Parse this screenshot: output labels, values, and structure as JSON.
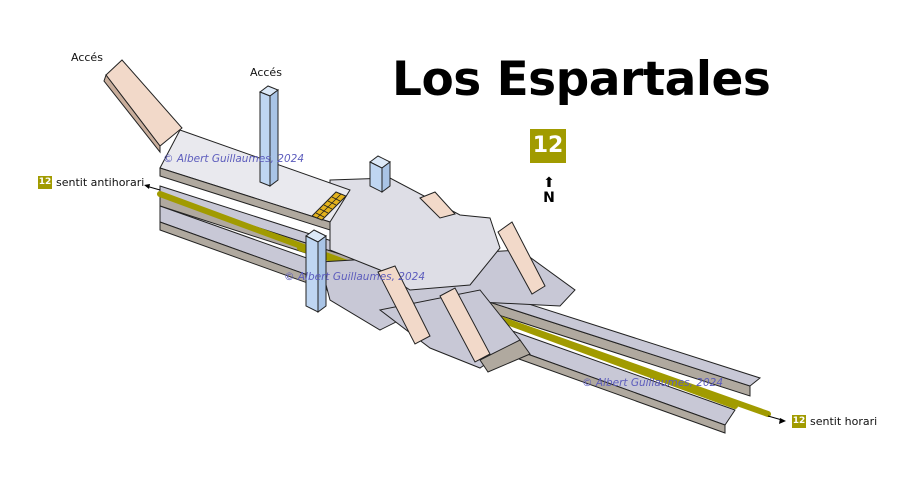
{
  "station": {
    "name": "Los Espartales",
    "line_badge": "12",
    "line_color": "#a19b00"
  },
  "labels": {
    "access_left": "Accés",
    "access_center": "Accés",
    "north": "N"
  },
  "directions": {
    "left": {
      "badge": "12",
      "text": "sentit antihorari"
    },
    "right": {
      "badge": "12",
      "text": "sentit horari"
    }
  },
  "credits": [
    "© Albert Guillaumes, 2024",
    "© Albert Guillaumes, 2024",
    "© Albert Guillaumes, 2024"
  ],
  "colors": {
    "corridor": "#e5e5ea",
    "platform": "#c4c4d0",
    "access_ramp": "#f2d9c9",
    "elevator": "#bfd6f2",
    "stairs": "#e3b21d",
    "track": "#a19b00"
  }
}
